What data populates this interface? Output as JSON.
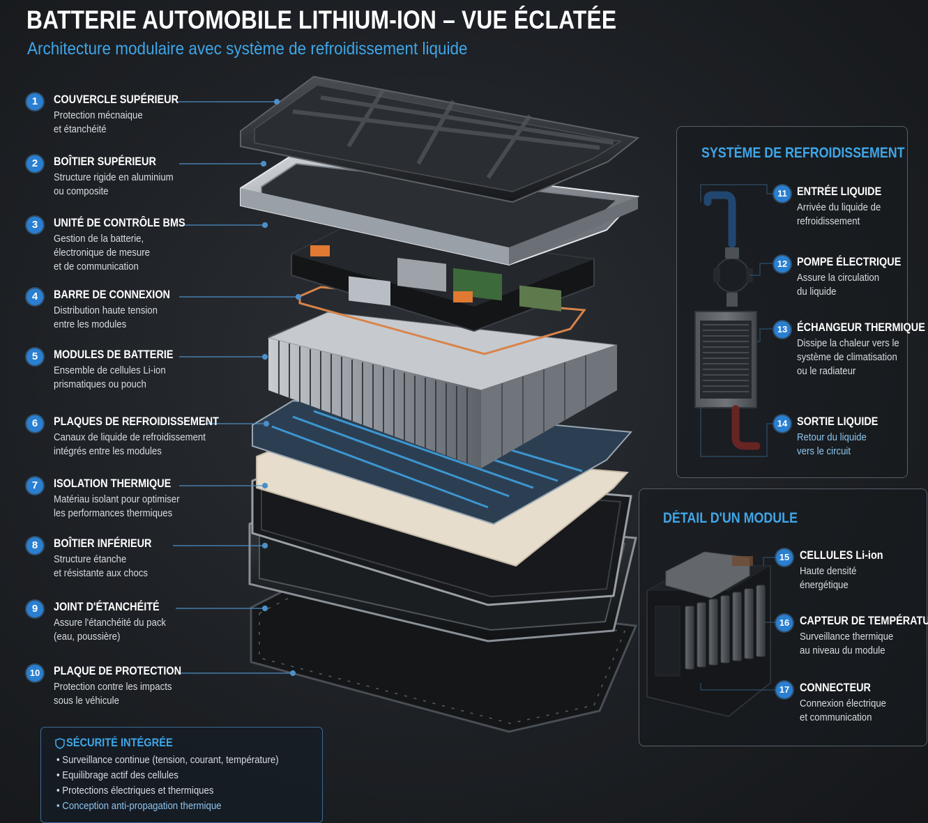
{
  "header": {
    "title": "BATTERIE AUTOMOBILE LITHIUM-ION – VUE ÉCLATÉE",
    "subtitle": "Architecture modulaire avec système de refroidissement liquide"
  },
  "components": [
    {
      "num": "1",
      "title": "COUVERCLE SUPÉRIEUR",
      "desc": [
        "Protection mécnaique",
        "et étanchéité"
      ]
    },
    {
      "num": "2",
      "title": "BOÎTIER SUPÉRIEUR",
      "desc": [
        "Structure rigide en aluminium",
        "ou composite"
      ]
    },
    {
      "num": "3",
      "title": "UNITÉ DE CONTRÔLE BMS",
      "desc": [
        "Gestion de la batterie,",
        "électronique de mesure",
        "et de communication"
      ]
    },
    {
      "num": "4",
      "title": "BARRE DE CONNEXION",
      "desc": [
        "Distribution haute tension",
        "entre les modules"
      ]
    },
    {
      "num": "5",
      "title": "MODULES DE BATTERIE",
      "desc": [
        "Ensemble de cellules Li-ion",
        "prismatiques ou pouch"
      ]
    },
    {
      "num": "6",
      "title": "PLAQUES DE REFROIDISSEMENT",
      "desc": [
        "Canaux de liquide de refroidissement",
        "intégrés entre les modules"
      ]
    },
    {
      "num": "7",
      "title": "ISOLATION THERMIQUE",
      "desc": [
        "Matériau isolant pour optimiser",
        "les performances thermiques"
      ]
    },
    {
      "num": "8",
      "title": "BOÎTIER INFÉRIEUR",
      "desc": [
        "Structure étanche",
        "et résistante aux chocs"
      ]
    },
    {
      "num": "9",
      "title": "JOINT D'ÉTANCHÉITÉ",
      "desc": [
        "Assure l'étanchéité du pack",
        "(eau, poussière)"
      ]
    },
    {
      "num": "10",
      "title": "PLAQUE DE PROTECTION",
      "desc": [
        "Protection contre les impacts",
        "sous le véhicule"
      ]
    }
  ],
  "cooling": {
    "title": "SYSTÈME DE REFROIDISSEMENT",
    "items": [
      {
        "num": "11",
        "title": "ENTRÉE LIQUIDE",
        "desc": [
          "Arrivée du liquide de",
          "refroidissement"
        ]
      },
      {
        "num": "12",
        "title": "POMPE ÉLECTRIQUE",
        "desc": [
          "Assure la circulation",
          "du liquide"
        ]
      },
      {
        "num": "13",
        "title": "ÉCHANGEUR THERMIQUE",
        "desc": [
          "Dissipe la chaleur vers le",
          "système de climatisation",
          "ou le radiateur"
        ]
      },
      {
        "num": "14",
        "title": "SORTIE LIQUIDE",
        "desc": [
          "Retour du liquide",
          "vers le circuit"
        ]
      }
    ]
  },
  "module": {
    "title": "DÉTAIL D'UN MODULE",
    "items": [
      {
        "num": "15",
        "title": "CELLULES Li-ion",
        "desc": [
          "Haute densité",
          "énergétique"
        ]
      },
      {
        "num": "16",
        "title": "CAPTEUR DE TEMPÉRATURE",
        "desc": [
          "Surveillance thermique",
          "au niveau du module"
        ]
      },
      {
        "num": "17",
        "title": "CONNECTEUR",
        "desc": [
          "Connexion électrique",
          "et communication"
        ]
      }
    ]
  },
  "security": {
    "title": "SÉCURITÉ INTÉGRÉE",
    "items": [
      "Surveillance continue (tension, courant, température)",
      "Equilibrage actif des cellules",
      "Protections électriques et thermiques",
      "Conception anti-propagation thermique"
    ]
  },
  "colors": {
    "accent": "#3fa6e8",
    "badge": "#2a7fd0",
    "coolant_in": "#2f7fd8",
    "coolant_out": "#c8322a",
    "busbar": "#d9844a"
  }
}
